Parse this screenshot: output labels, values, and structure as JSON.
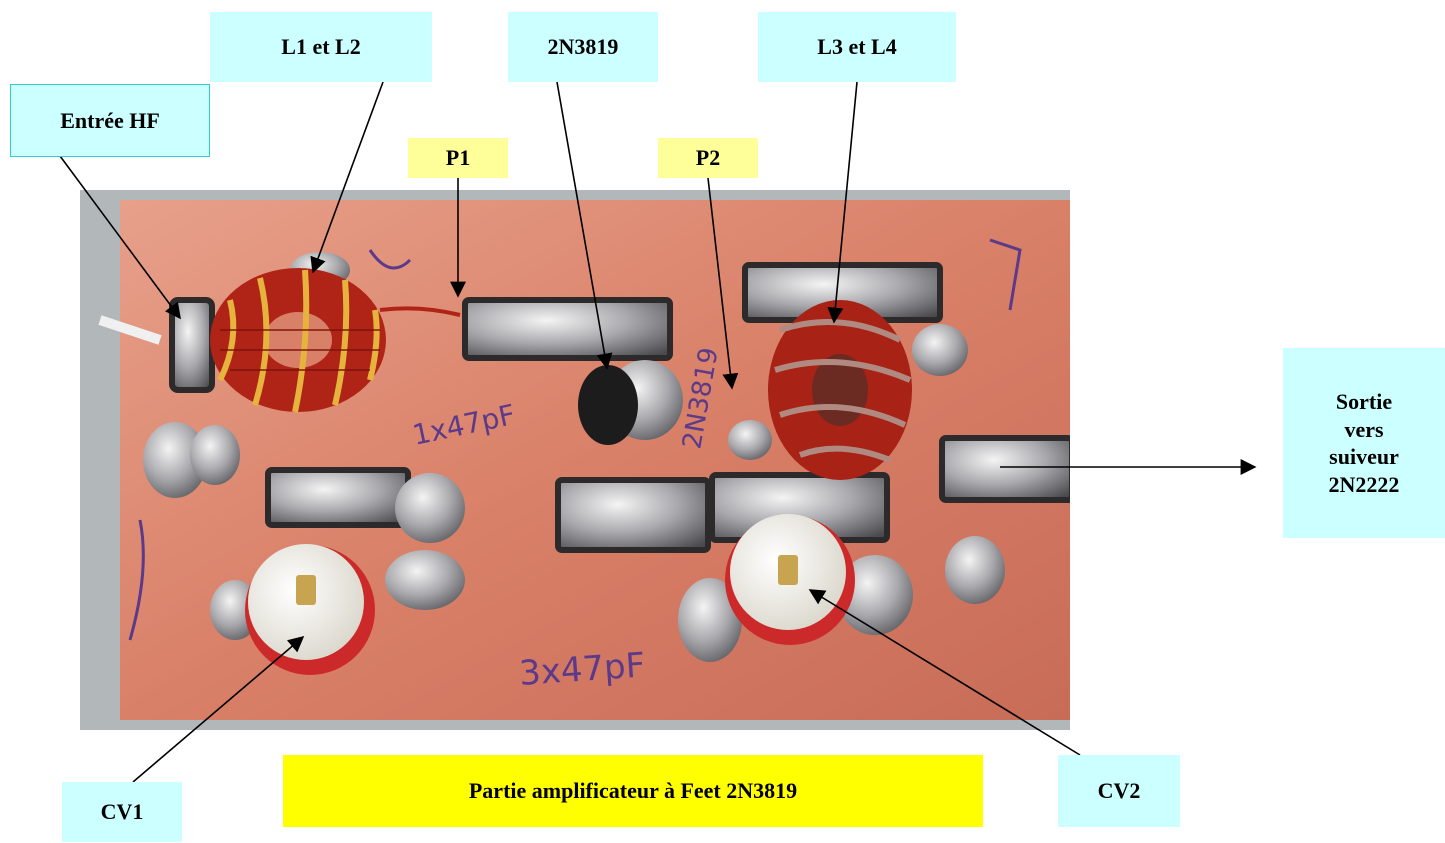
{
  "labels": {
    "entree": "Entrée HF",
    "l1l2": "L1 et L2",
    "transistor": "2N3819",
    "l3l4": "L3 et L4",
    "p1": "P1",
    "p2": "P2",
    "sortie": [
      "Sortie",
      "vers",
      "suiveur",
      "2N2222"
    ],
    "cv1": "CV1",
    "cv2": "CV2"
  },
  "caption": "Partie amplificateur à Feet 2N3819",
  "board_markings": {
    "cap1": "1x47pF",
    "cap2": "3x47pF",
    "ic": "2N3819"
  },
  "colors": {
    "label_bg": "#ccffff",
    "test_point_bg": "#ffff99",
    "caption_bg": "#ffff00",
    "copper": "#d9826a"
  }
}
